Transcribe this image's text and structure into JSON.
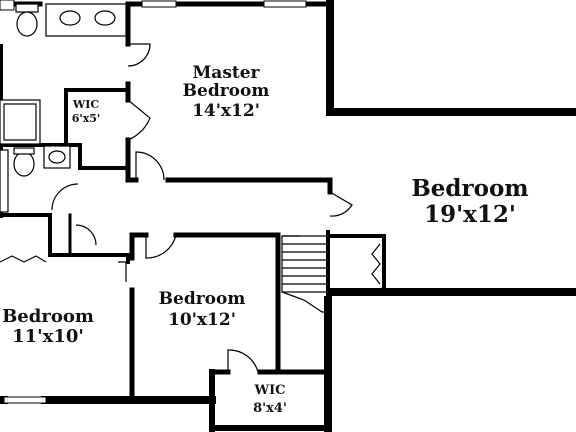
{
  "rooms": {
    "master": {
      "name_line1": "Master",
      "name_line2": "Bedroom",
      "size": "14'x12'"
    },
    "wic_top": {
      "name": "WIC",
      "size": "6'x5'"
    },
    "bedroom_right": {
      "name": "Bedroom",
      "size": "19'x12'"
    },
    "bedroom_left": {
      "name": "Bedroom",
      "size": "11'x10'"
    },
    "bedroom_center": {
      "name": "Bedroom",
      "size": "10'x12'"
    },
    "wic_bottom": {
      "name": "WIC",
      "size": "8'x4'"
    }
  }
}
